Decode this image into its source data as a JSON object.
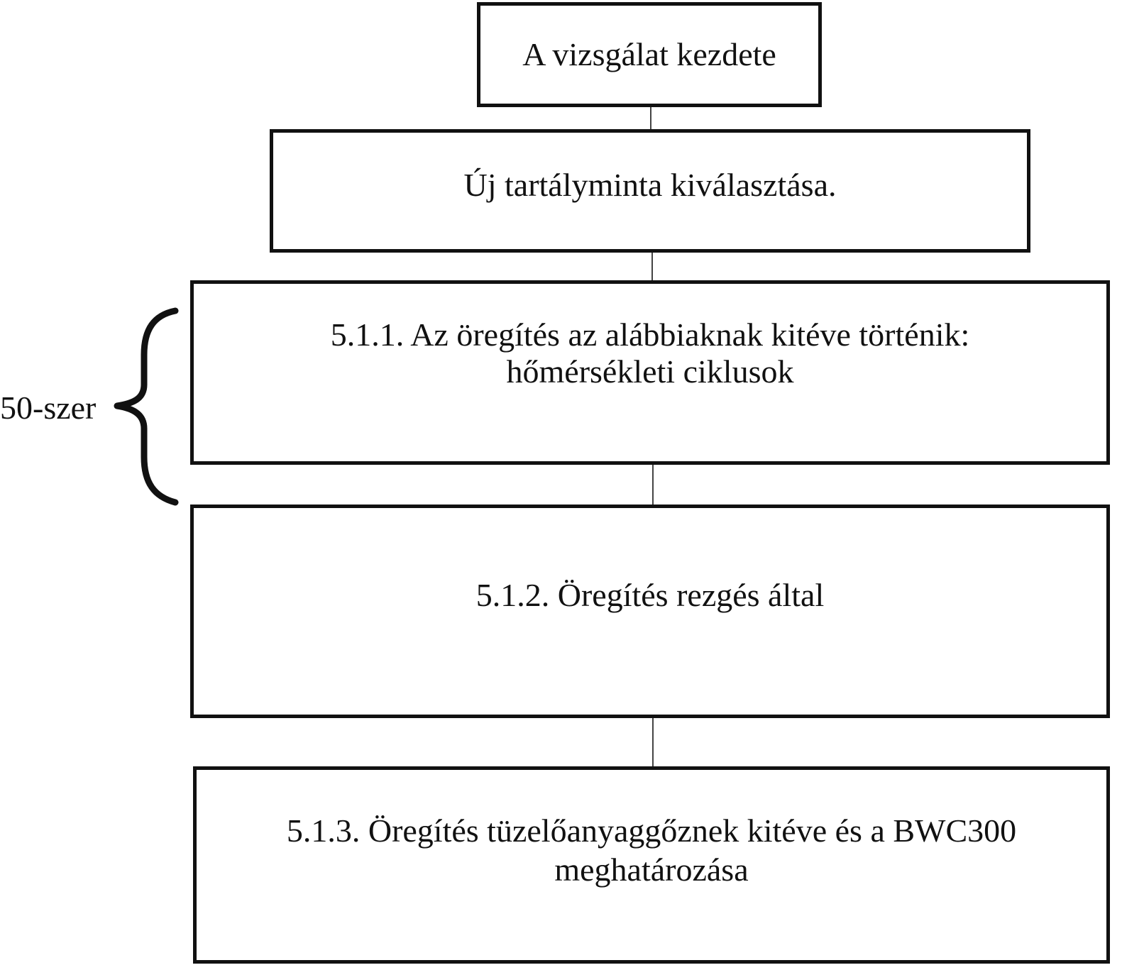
{
  "flowchart": {
    "steps": [
      {
        "id": "start",
        "text": "A vizsgálat kezdete"
      },
      {
        "id": "select",
        "text": "Új tartályminta kiválasztása."
      },
      {
        "id": "step-511",
        "text": "5.1.1. Az öregítés az alábbiaknak kitéve történik:\nhőmérsékleti ciklusok"
      },
      {
        "id": "step-512",
        "text": "5.1.2. Öregítés rezgés által"
      },
      {
        "id": "step-513",
        "text": "5.1.3. Öregítés tüzelőanyaggőznek kitéve és a BWC300\nmeghatározása"
      }
    ],
    "repeat_label": "50-szer"
  }
}
